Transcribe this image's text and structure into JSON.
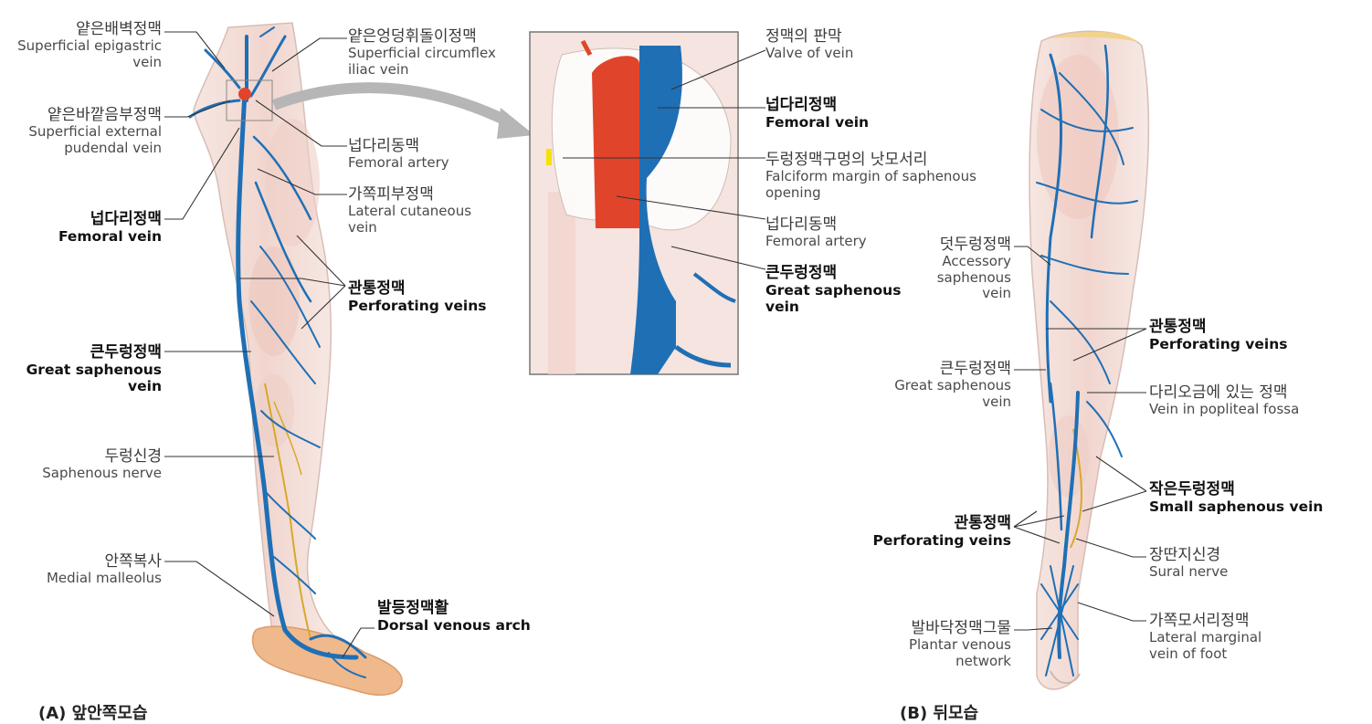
{
  "colors": {
    "vein": "#1f6fb5",
    "artery": "#e0452c",
    "nerve": "#d9a82a",
    "skin": "#f3dcd6",
    "muscle": "#e9b7ab",
    "foot": "#f0b98c",
    "leader": "#333333"
  },
  "panel_a": {
    "caption": "(A) 앞안쪽모습",
    "labels": [
      {
        "key": "sup_epigastric",
        "ko": "얕은배벽정맥",
        "en": [
          "Superficial epigastric",
          "vein"
        ],
        "bold": false
      },
      {
        "key": "sup_ext_pudendal",
        "ko": "얕은바깥음부정맥",
        "en": [
          "Superficial external",
          "pudendal vein"
        ],
        "bold": false
      },
      {
        "key": "femoral_vein",
        "ko": "넙다리정맥",
        "en": [
          "Femoral vein"
        ],
        "bold": true
      },
      {
        "key": "great_saphenous",
        "ko": "큰두렁정맥",
        "en": [
          "Great saphenous",
          "vein"
        ],
        "bold": true
      },
      {
        "key": "saphenous_nerve",
        "ko": "두렁신경",
        "en": [
          "Saphenous nerve"
        ],
        "bold": false
      },
      {
        "key": "medial_malleolus",
        "ko": "안쪽복사",
        "en": [
          "Medial malleolus"
        ],
        "bold": false
      },
      {
        "key": "sup_circumflex_iliac",
        "ko": "얕은엉덩휘돌이정맥",
        "en": [
          "Superficial circumflex",
          "iliac vein"
        ],
        "bold": false
      },
      {
        "key": "femoral_artery",
        "ko": "넙다리동맥",
        "en": [
          "Femoral artery"
        ],
        "bold": false
      },
      {
        "key": "lateral_cutaneous",
        "ko": "가쪽피부정맥",
        "en": [
          "Lateral cutaneous",
          "vein"
        ],
        "bold": false
      },
      {
        "key": "perforating",
        "ko": "관통정맥",
        "en": [
          "Perforating veins"
        ],
        "bold": true
      },
      {
        "key": "dorsal_arch",
        "ko": "발등정맥활",
        "en": [
          "Dorsal venous arch"
        ],
        "bold": true
      }
    ]
  },
  "inset": {
    "labels": [
      {
        "key": "valve",
        "ko": "정맥의 판막",
        "en": [
          "Valve of vein"
        ],
        "bold": false
      },
      {
        "key": "femoral_vein",
        "ko": "넙다리정맥",
        "en": [
          "Femoral vein"
        ],
        "bold": true
      },
      {
        "key": "falciform",
        "ko": "두렁정맥구멍의 낫모서리",
        "en": [
          "Falciform margin of saphenous",
          "opening"
        ],
        "bold": false
      },
      {
        "key": "femoral_artery",
        "ko": "넙다리동맥",
        "en": [
          "Femoral artery"
        ],
        "bold": false
      },
      {
        "key": "great_saphenous",
        "ko": "큰두렁정맥",
        "en": [
          "Great saphenous",
          "vein"
        ],
        "bold": true
      }
    ]
  },
  "panel_b": {
    "caption": "(B) 뒤모습",
    "labels": [
      {
        "key": "accessory",
        "ko": "덧두렁정맥",
        "en": [
          "Accessory",
          "saphenous",
          "vein"
        ],
        "bold": false
      },
      {
        "key": "great_saphenous",
        "ko": "큰두렁정맥",
        "en": [
          "Great saphenous",
          "vein"
        ],
        "bold": false
      },
      {
        "key": "perforating_lower",
        "ko": "관통정맥",
        "en": [
          "Perforating veins"
        ],
        "bold": true
      },
      {
        "key": "plantar",
        "ko": "발바닥정맥그물",
        "en": [
          "Plantar venous",
          "network"
        ],
        "bold": false
      },
      {
        "key": "perforating_upper",
        "ko": "관통정맥",
        "en": [
          "Perforating veins"
        ],
        "bold": true
      },
      {
        "key": "popliteal",
        "ko": "다리오금에 있는 정맥",
        "en": [
          "Vein in popliteal fossa"
        ],
        "bold": false
      },
      {
        "key": "small_saphenous",
        "ko": "작은두렁정맥",
        "en": [
          "Small saphenous vein"
        ],
        "bold": true
      },
      {
        "key": "sural_nerve",
        "ko": "장딴지신경",
        "en": [
          "Sural nerve"
        ],
        "bold": false
      },
      {
        "key": "lateral_marginal",
        "ko": "가쪽모서리정맥",
        "en": [
          "Lateral marginal",
          "vein of foot"
        ],
        "bold": false
      }
    ]
  }
}
